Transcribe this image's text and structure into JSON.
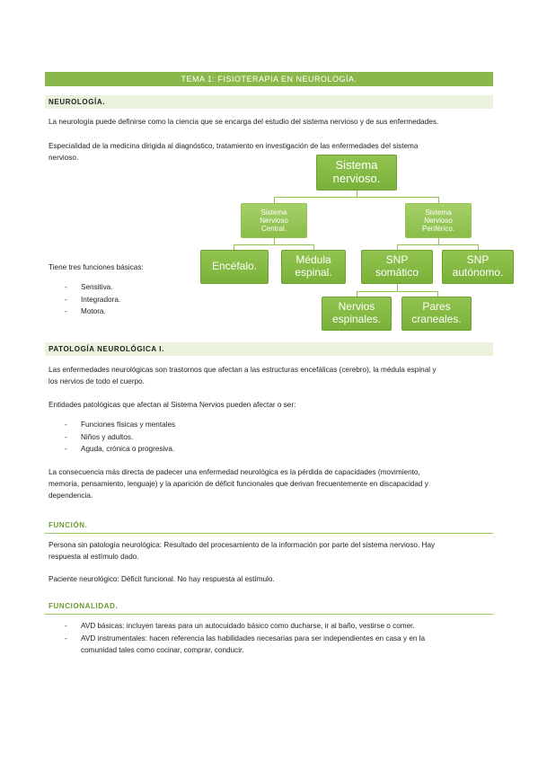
{
  "header": {
    "title": "TEMA 1: FISIOTERAPIA EN NEUROLOGÍA."
  },
  "neurologia": {
    "heading": "NEUROLOGÍA.",
    "p1": "La neurología puede definirse como la ciencia que se encarga del estudio del sistema nervioso y de sus enfermedades.",
    "p2_line1": "Especialidad de la medicina dirigida al diagnóstico, tratamiento en investigación de las enfermedades del sistema",
    "p2_line2": "nervioso.",
    "funciones_intro": "Tiene tres funciones básicas:",
    "funciones": [
      "Sensitiva.",
      "Integradora.",
      "Motora."
    ]
  },
  "diagram": {
    "root": [
      "Sistema",
      "nervioso."
    ],
    "snc": [
      "Sistema",
      "Nervioso",
      "Central."
    ],
    "snp": [
      "Sistema",
      "Nervioso",
      "Periférico."
    ],
    "encefalo": "Encéfalo.",
    "medula": [
      "Médula",
      "espinal."
    ],
    "somatico": [
      "SNP",
      "somático"
    ],
    "autonomo": [
      "SNP",
      "autónomo."
    ],
    "nervios": [
      "Nervios",
      "espinales."
    ],
    "pares": [
      "Pares",
      "craneales."
    ]
  },
  "patologia": {
    "heading": "PATOLOGÍA NEUROLÓGICA I.",
    "p1_line1": "Las enfermedades neurológicas son trastornos que afectan a las estructuras encefálicas (cerebro), la médula espinal y",
    "p1_line2": "los nervios de todo el cuerpo.",
    "p2": "Entidades patológicas que afectan al Sistema Nervios pueden afectar o ser:",
    "items": [
      "Funciones físicas y mentales",
      "Niños y adultos.",
      "Aguda, crónica o progresiva."
    ],
    "p3_line1": "La consecuencia más directa de padecer una enfermedad neurológica es la pérdida de capacidades (movimiento,",
    "p3_line2": "memoria, pensamiento, lenguaje) y la aparición de déficit funcionales que derivan frecuentemente en discapacidad y",
    "p3_line3": "dependencia."
  },
  "funcion": {
    "heading": "FUNCIÓN.",
    "p1_line1": "Persona sin patología neurológica: Resultado del procesamiento de la información por parte del sistema nervioso. Hay",
    "p1_line2": "respuesta al estímulo dado.",
    "p2": "Paciente neurológico: Déficit funcional. No hay respuesta al estímulo."
  },
  "funcionalidad": {
    "heading": "FUNCIONALIDAD.",
    "item1": "AVD básicas: incluyen tareas para un autocuidado básico como ducharse, ir al baño, vestirse o comer.",
    "item2_line1": "AVD instrumentales: hacen referencia las habilidades necesarias para ser independientes en casa y en la",
    "item2_line2": "comunidad tales como cocinar, comprar, conducir."
  },
  "colors": {
    "accent": "#8bb84a",
    "shade": "#eaf2dd",
    "heading_green": "#6b9a2c"
  }
}
